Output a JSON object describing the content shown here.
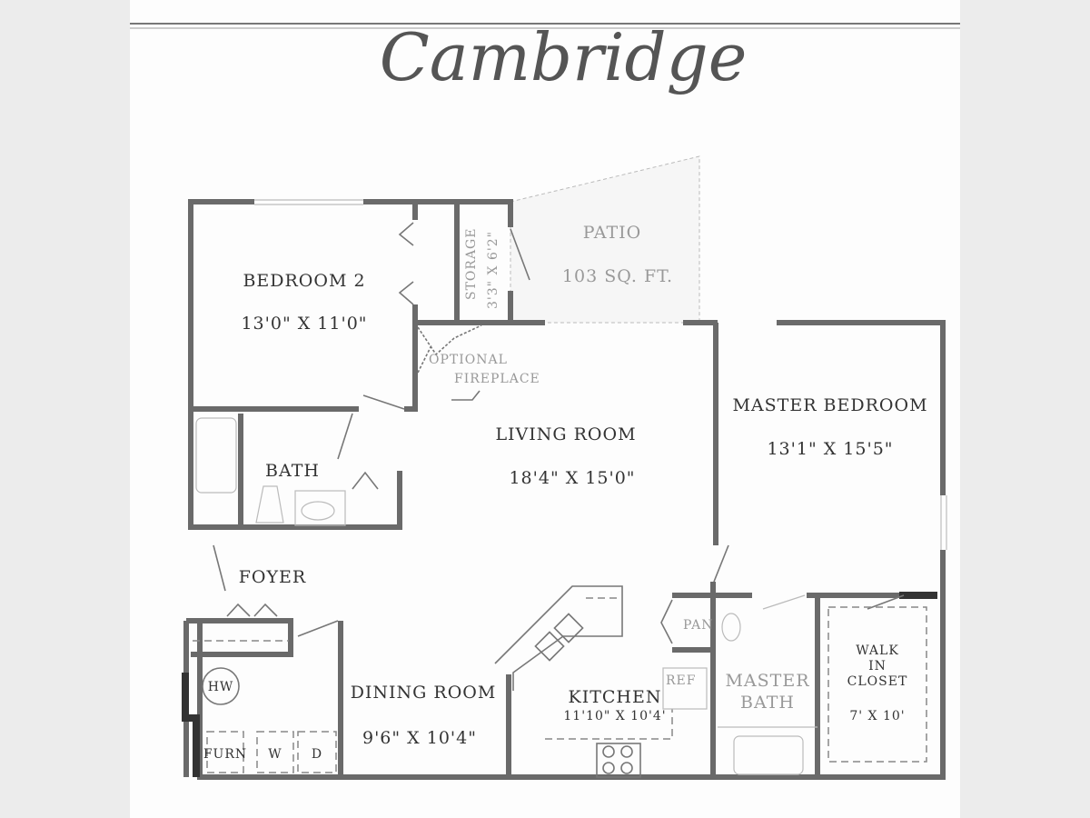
{
  "title": "Cambridge",
  "rooms": {
    "bedroom2": {
      "name": "BEDROOM 2",
      "size": "13'0\" X 11'0\""
    },
    "storage": {
      "name": "STORAGE",
      "size": "3'3\" X 6'2\""
    },
    "patio": {
      "name": "PATIO",
      "size": "103 SQ. FT."
    },
    "fireplace": {
      "line1": "OPTIONAL",
      "line2": "FIREPLACE"
    },
    "living": {
      "name": "LIVING ROOM",
      "size": "18'4\" X 15'0\""
    },
    "master": {
      "name": "MASTER BEDROOM",
      "size": "13'1\" X 15'5\""
    },
    "bath": {
      "name": "BATH"
    },
    "foyer": {
      "name": "FOYER"
    },
    "dining": {
      "name": "DINING ROOM",
      "size": "9'6\" X 10'4\""
    },
    "kitchen": {
      "name": "KITCHEN",
      "size": "11'10\" X 10'4'"
    },
    "pantry": {
      "name": "PAN"
    },
    "ref": {
      "name": "REF"
    },
    "master_bath": {
      "line1": "MASTER",
      "line2": "BATH"
    },
    "closet": {
      "line1": "WALK",
      "line2": "IN",
      "line3": "CLOSET",
      "size": "7' X 10'"
    },
    "hw": {
      "name": "HW"
    },
    "furn": {
      "name": "FURN"
    },
    "washer": {
      "name": "W"
    },
    "dryer": {
      "name": "D"
    }
  }
}
